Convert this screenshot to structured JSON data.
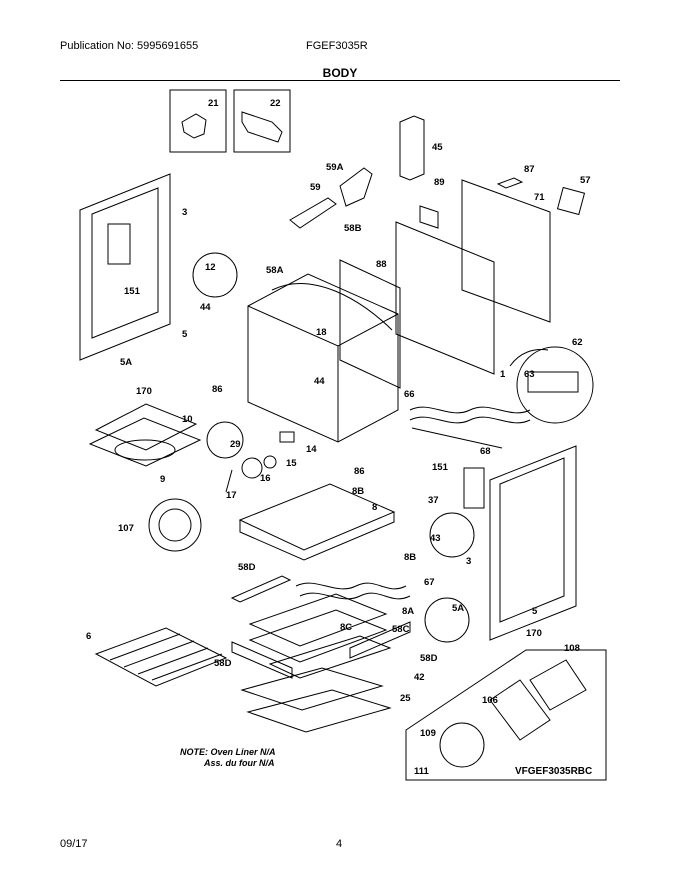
{
  "header": {
    "publication": "Publication No: 5995691655",
    "model": "FGEF3035R",
    "section_title": "BODY"
  },
  "note": {
    "line1": "NOTE: Oven Liner N/A",
    "line2": "Ass. du four N/A"
  },
  "inset_title": "VFGEF3035RBC",
  "footer": {
    "date": "09/17",
    "page": "4"
  },
  "part_labels": [
    {
      "id": "p21",
      "text": "21"
    },
    {
      "id": "p22",
      "text": "22"
    },
    {
      "id": "p45",
      "text": "45"
    },
    {
      "id": "p59A",
      "text": "59A"
    },
    {
      "id": "p59",
      "text": "59"
    },
    {
      "id": "p87",
      "text": "87"
    },
    {
      "id": "p89",
      "text": "89"
    },
    {
      "id": "p71",
      "text": "71"
    },
    {
      "id": "p57",
      "text": "57"
    },
    {
      "id": "p3a",
      "text": "3"
    },
    {
      "id": "p58B",
      "text": "58B"
    },
    {
      "id": "p88",
      "text": "88"
    },
    {
      "id": "p12",
      "text": "12"
    },
    {
      "id": "p58A",
      "text": "58A"
    },
    {
      "id": "p151a",
      "text": "151"
    },
    {
      "id": "p44a",
      "text": "44"
    },
    {
      "id": "p18",
      "text": "18"
    },
    {
      "id": "p5a",
      "text": "5"
    },
    {
      "id": "p62",
      "text": "62"
    },
    {
      "id": "p5Aa",
      "text": "5A"
    },
    {
      "id": "p63",
      "text": "63"
    },
    {
      "id": "p1",
      "text": "1"
    },
    {
      "id": "p44b",
      "text": "44"
    },
    {
      "id": "p170a",
      "text": "170"
    },
    {
      "id": "p86a",
      "text": "86"
    },
    {
      "id": "p66",
      "text": "66"
    },
    {
      "id": "p10",
      "text": "10"
    },
    {
      "id": "p29",
      "text": "29"
    },
    {
      "id": "p14",
      "text": "14"
    },
    {
      "id": "p68",
      "text": "68"
    },
    {
      "id": "p15",
      "text": "15"
    },
    {
      "id": "p9",
      "text": "9"
    },
    {
      "id": "p86b",
      "text": "86"
    },
    {
      "id": "p151b",
      "text": "151"
    },
    {
      "id": "p16",
      "text": "16"
    },
    {
      "id": "p17",
      "text": "17"
    },
    {
      "id": "p8B1",
      "text": "8B"
    },
    {
      "id": "p37",
      "text": "37"
    },
    {
      "id": "p8",
      "text": "8"
    },
    {
      "id": "p107",
      "text": "107"
    },
    {
      "id": "p43",
      "text": "43"
    },
    {
      "id": "p8B2",
      "text": "8B"
    },
    {
      "id": "p3b",
      "text": "3"
    },
    {
      "id": "p58Da",
      "text": "58D"
    },
    {
      "id": "p67",
      "text": "67"
    },
    {
      "id": "p5Ab",
      "text": "5A"
    },
    {
      "id": "p8A",
      "text": "8A"
    },
    {
      "id": "p5b",
      "text": "5"
    },
    {
      "id": "p6",
      "text": "6"
    },
    {
      "id": "p8C",
      "text": "8C"
    },
    {
      "id": "p58C",
      "text": "58C"
    },
    {
      "id": "p170b",
      "text": "170"
    },
    {
      "id": "p58Db",
      "text": "58D"
    },
    {
      "id": "p58Dc",
      "text": "58D"
    },
    {
      "id": "p42",
      "text": "42"
    },
    {
      "id": "p108",
      "text": "108"
    },
    {
      "id": "p25",
      "text": "25"
    },
    {
      "id": "p106",
      "text": "106"
    },
    {
      "id": "p109",
      "text": "109"
    },
    {
      "id": "p111",
      "text": "111"
    }
  ]
}
